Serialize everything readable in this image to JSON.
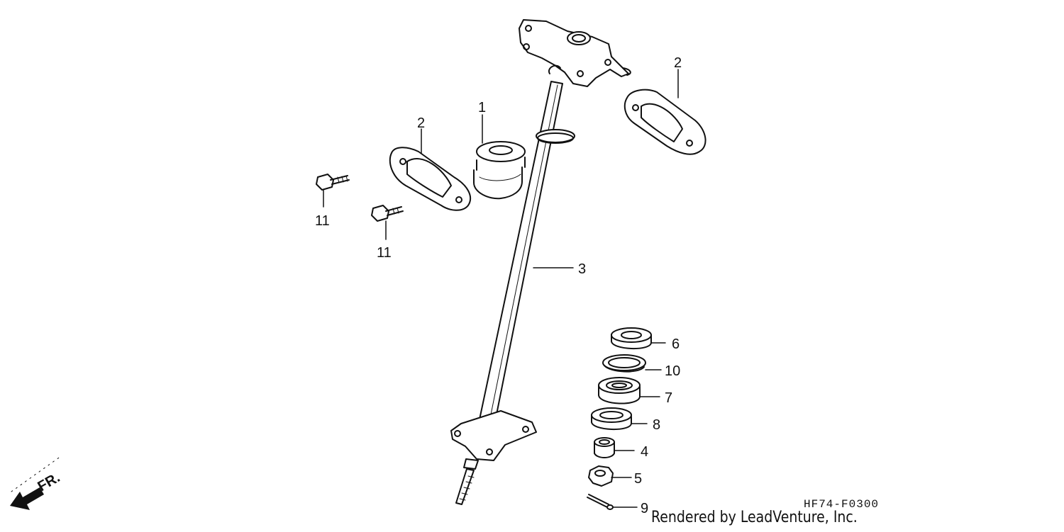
{
  "diagram": {
    "callouts": {
      "c1": "1",
      "c2a": "2",
      "c2b": "2",
      "c3": "3",
      "c4": "4",
      "c5": "5",
      "c6": "6",
      "c7": "7",
      "c8": "8",
      "c9": "9",
      "c10": "10",
      "c11a": "11",
      "c11b": "11"
    },
    "direction_label": "FR.",
    "diagram_code": "HF74-F0300",
    "credit": "Rendered by LeadVenture, Inc."
  }
}
